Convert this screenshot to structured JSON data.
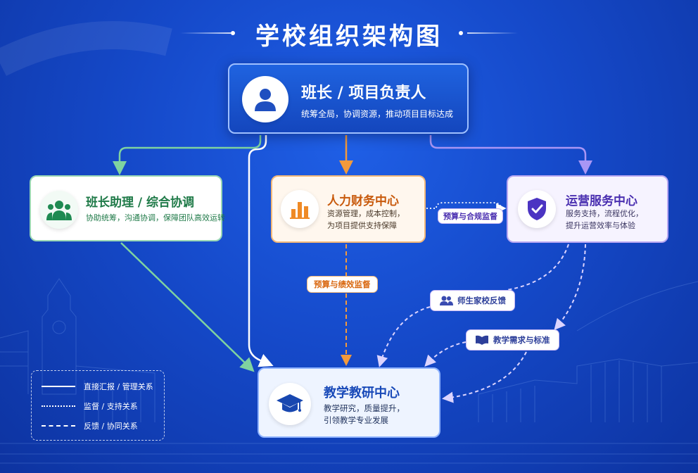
{
  "title": "学校组织架构图",
  "nodes": {
    "leader": {
      "name": "班长 / 项目负责人",
      "desc": "统筹全局，协调资源，推动项目目标达成",
      "icon": "person-icon"
    },
    "assistant": {
      "name": "班长助理 / 综合协调",
      "desc": "协助统筹，沟通协调，保障团队高效运转",
      "icon": "group-icon"
    },
    "hr": {
      "name": "人力财务中心",
      "desc_line1": "资源管理，成本控制，",
      "desc_line2": "为项目提供支持保障",
      "icon": "bar-chart-icon"
    },
    "ops": {
      "name": "运营服务中心",
      "desc_line1": "服务支持，流程优化，",
      "desc_line2": "提升运营效率与体验",
      "icon": "shield-check-icon"
    },
    "teaching": {
      "name": "教学教研中心",
      "desc_line1": "教学研究，质量提升，",
      "desc_line2": "引领教学专业发展",
      "icon": "graduation-cap-icon"
    }
  },
  "tags": {
    "budget_performance": "预算与绩效监督",
    "budget_compliance": "预算与合规监督",
    "feedback": "师生家校反馈",
    "needs": "教学需求与标准"
  },
  "legend": {
    "solid": "直接汇报 / 管理关系",
    "dotted": "监督 / 支持关系",
    "dashed": "反馈 / 协同关系"
  },
  "colors": {
    "background": "#1549c9",
    "green": "#7fd3a0",
    "orange": "#f39a3c",
    "purple": "#a996f5",
    "white_line": "#ffffff"
  }
}
